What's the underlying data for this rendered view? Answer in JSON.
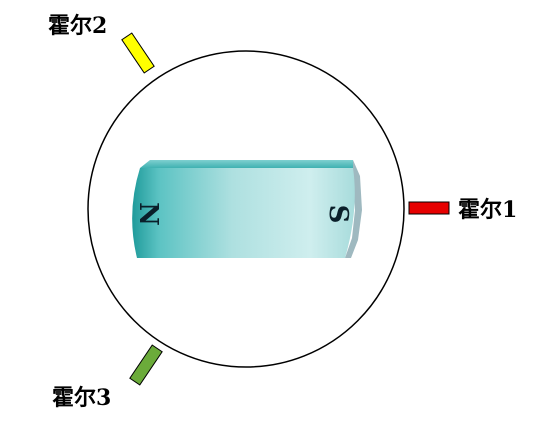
{
  "sensors": [
    {
      "label": "霍尔1",
      "color": "#e60000"
    },
    {
      "label": "霍尔2",
      "color": "#ffff00"
    },
    {
      "label": "霍尔3",
      "color": "#6bab3a"
    }
  ],
  "magnet": {
    "pole_left": "N",
    "pole_right": "S",
    "color_light": "#c9ecec",
    "color_dark": "#2aa6a6"
  }
}
